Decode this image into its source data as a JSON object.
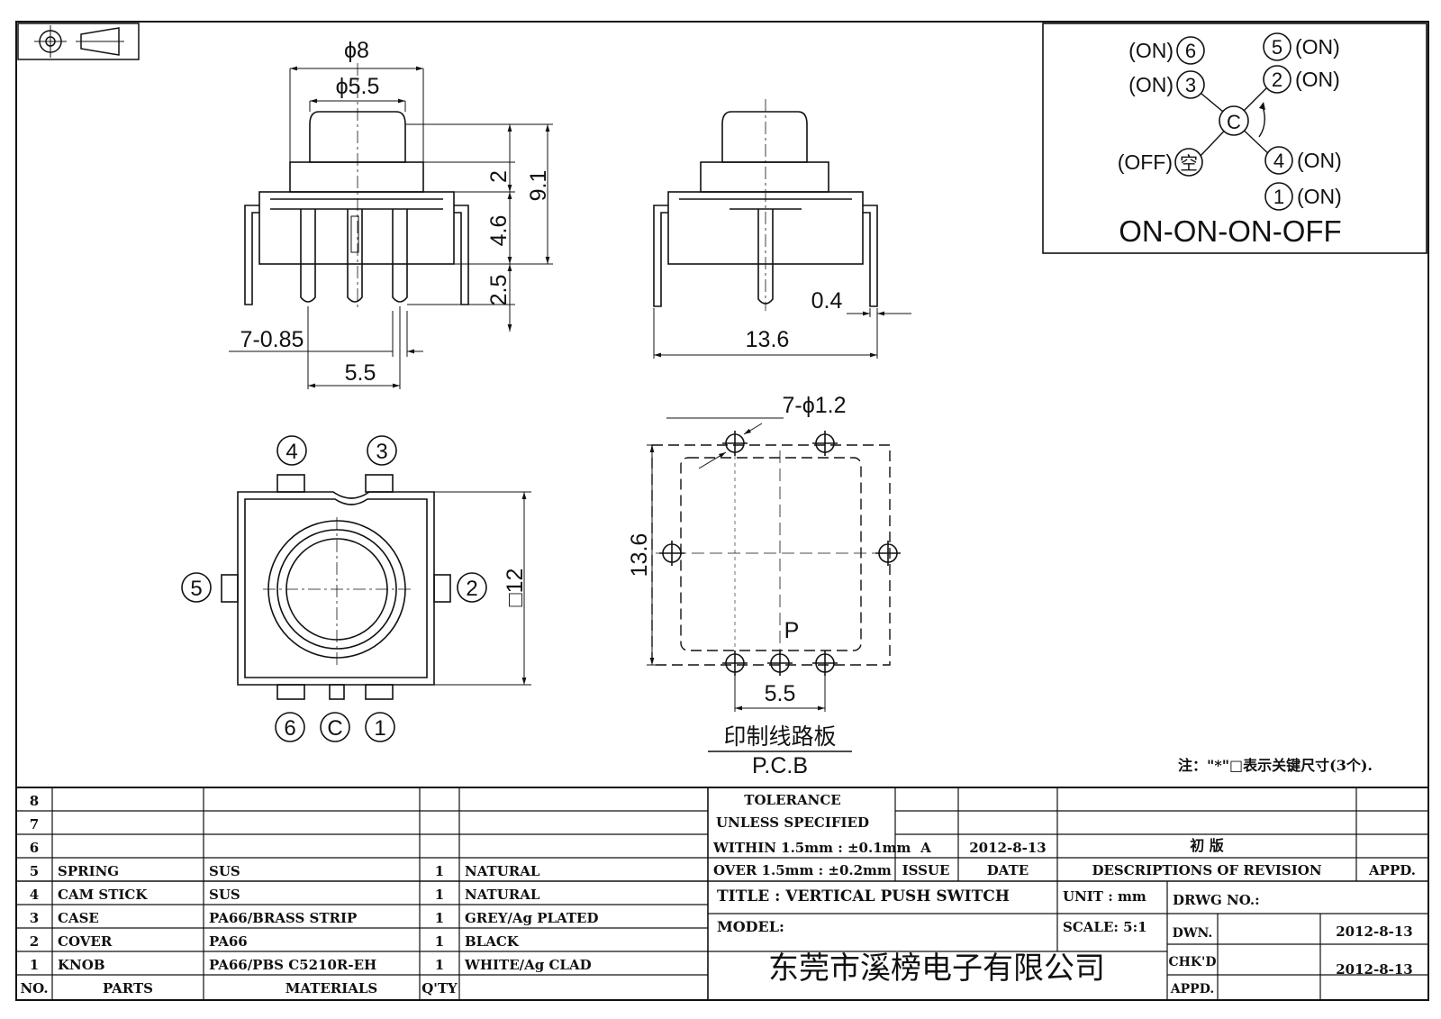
{
  "drawing": {
    "dims": {
      "d_phi8": "ϕ8",
      "d_phi55": "ϕ5.5",
      "d_2": "2",
      "d_91": "9.1",
      "d_46": "4.6",
      "d_25": "2.5",
      "d_7085": "7-0.85",
      "d_55_front": "5.5",
      "d_04": "0.4",
      "d_136_side": "13.6",
      "d_7phi12": "7-ϕ1.2",
      "d_136_pcb": "13.6",
      "d_55_pcb": "5.5",
      "d_sq12": "□12",
      "p_label": "P"
    },
    "pins": {
      "p1": "1",
      "p2": "2",
      "p3": "3",
      "p4": "4",
      "p5": "5",
      "p6": "6",
      "pc": "C"
    },
    "pcb_label_cn": "印制线路板",
    "pcb_label_en": "P.C.B",
    "note": "注：\"*\"□表示关键尺寸(3个)."
  },
  "schematic": {
    "t_on6": "(ON)",
    "t_on3": "(ON)",
    "t_on5": "(ON)",
    "t_on2": "(ON)",
    "t_off": "(OFF)",
    "t_on4": "(ON)",
    "t_on1": "(ON)",
    "n6": "6",
    "n3": "3",
    "n5": "5",
    "n2": "2",
    "n4": "4",
    "n1": "1",
    "nc": "C",
    "n_empty": "空",
    "caption": "ON-ON-ON-OFF"
  },
  "parts_table": {
    "empty_rows": [
      "8",
      "7",
      "6"
    ],
    "rows": [
      {
        "no": "5",
        "part": "SPRING",
        "material": "SUS",
        "qty": "1",
        "finish": "NATURAL"
      },
      {
        "no": "4",
        "part": "CAM STICK",
        "material": "SUS",
        "qty": "1",
        "finish": "NATURAL"
      },
      {
        "no": "3",
        "part": "CASE",
        "material": "PA66/BRASS STRIP",
        "qty": "1",
        "finish": "GREY/Ag PLATED"
      },
      {
        "no": "2",
        "part": "COVER",
        "material": "PA66",
        "qty": "1",
        "finish": "BLACK"
      },
      {
        "no": "1",
        "part": "KNOB",
        "material": "PA66/PBS C5210R-EH",
        "qty": "1",
        "finish": "WHITE/Ag CLAD"
      }
    ],
    "headers": {
      "no": "NO.",
      "parts": "PARTS",
      "materials": "MATERIALS",
      "qty": "Q'TY"
    }
  },
  "title_block": {
    "tolerance": "TOLERANCE",
    "unless": "UNLESS  SPECIFIED",
    "within": "WITHIN 1.5mm : ±0.1mm",
    "over": "OVER 1.5mm : ±0.2mm",
    "issue_val": "A",
    "date_val": "2012-8-13",
    "desc_val": "初  版",
    "issue_h": "ISSUE",
    "date_h": "DATE",
    "desc_h": "DESCRIPTIONS  OF  REVISION",
    "appd_h": "APPD.",
    "title": "TITLE :  VERTICAL  PUSH  SWITCH",
    "unit": "UNIT :  mm",
    "drwg": "DRWG  NO.:",
    "model": "MODEL:",
    "scale": "SCALE:  5:1",
    "dwn": "DWN.",
    "dwn_date": "2012-8-13",
    "chkd": "CHK'D",
    "chkd_date": "2012-8-13",
    "appd": "APPD.",
    "company": "东莞市溪榜电子有限公司"
  }
}
